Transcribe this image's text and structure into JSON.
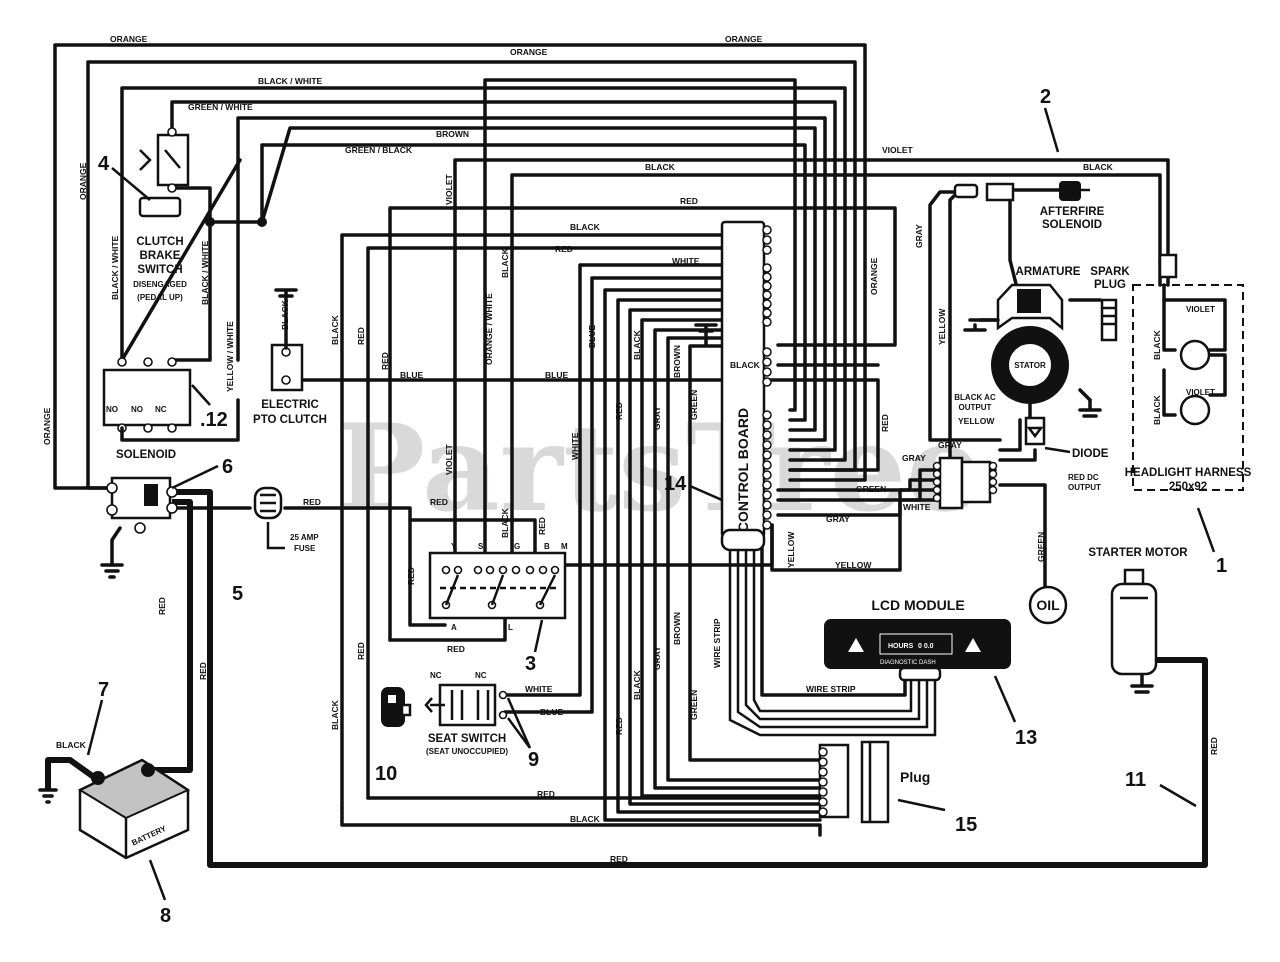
{
  "watermark": "PartsTree",
  "components": {
    "clutch_brake_switch": {
      "label_1": "CLUTCH",
      "label_2": "BRAKE",
      "label_3": "SWITCH",
      "state_1": "DISENGAGED",
      "state_2": "(PEDAL UP)"
    },
    "solenoid": {
      "label": "SOLENOID",
      "contact_1": "NO",
      "contact_2": "NO",
      "contact_3": "NC"
    },
    "pto_clutch": {
      "label_1": "ELECTRIC",
      "label_2": "PTO CLUTCH"
    },
    "fuse": {
      "label_1": "25 AMP",
      "label_2": "FUSE"
    },
    "ignition_switch": {
      "terminals": [
        "Y",
        "S",
        "G",
        "B",
        "M"
      ],
      "bottom_terminals": [
        "A",
        "L"
      ]
    },
    "seat_switch": {
      "label": "SEAT SWITCH",
      "state": "(SEAT UNOCCUPIED)",
      "contact_1": "NC",
      "contact_2": "NC"
    },
    "control_board": {
      "label": "CONTROL BOARD"
    },
    "lcd_module": {
      "label": "LCD MODULE",
      "hours": "HOURS",
      "reading": "0  0.0",
      "brand": "DIAGNOSTIC DASH"
    },
    "afterfire_solenoid": {
      "label_1": "AFTERFIRE",
      "label_2": "SOLENOID"
    },
    "armature": {
      "label": "ARMATURE"
    },
    "spark_plug": {
      "label_1": "SPARK",
      "label_2": "PLUG"
    },
    "stator": {
      "label": "STATOR"
    },
    "black_ac_output": {
      "label_1": "BLACK AC",
      "label_2": "OUTPUT"
    },
    "diode": {
      "label": "DIODE"
    },
    "red_dc_output": {
      "label_1": "RED DC",
      "label_2": "OUTPUT"
    },
    "headlight_harness": {
      "label_1": "HEADLIGHT HARNESS",
      "label_2": "250x92"
    },
    "starter_motor": {
      "label": "STARTER MOTOR"
    },
    "oil": {
      "label": "OIL"
    },
    "plug": {
      "label": "Plug"
    },
    "battery": {
      "label": "BATTERY"
    }
  },
  "wire_labels": {
    "orange": "ORANGE",
    "black_white": "BLACK / WHITE",
    "green_white": "GREEN / WHITE",
    "brown": "BROWN",
    "green_black": "GREEN / BLACK",
    "violet": "VIOLET",
    "black": "BLACK",
    "red": "RED",
    "white": "WHITE",
    "blue": "BLUE",
    "yellow_white": "YELLOW / WHITE",
    "orange_white": "ORANGE / WHITE",
    "gray": "GRAY",
    "green": "GREEN",
    "yellow": "YELLOW",
    "wire_strip": "WIRE STRIP"
  },
  "callouts": [
    "1",
    "2",
    "3",
    "4",
    "5",
    "6",
    "7",
    "8",
    "9",
    "10",
    "11",
    ".12",
    "13",
    "14",
    "15"
  ]
}
